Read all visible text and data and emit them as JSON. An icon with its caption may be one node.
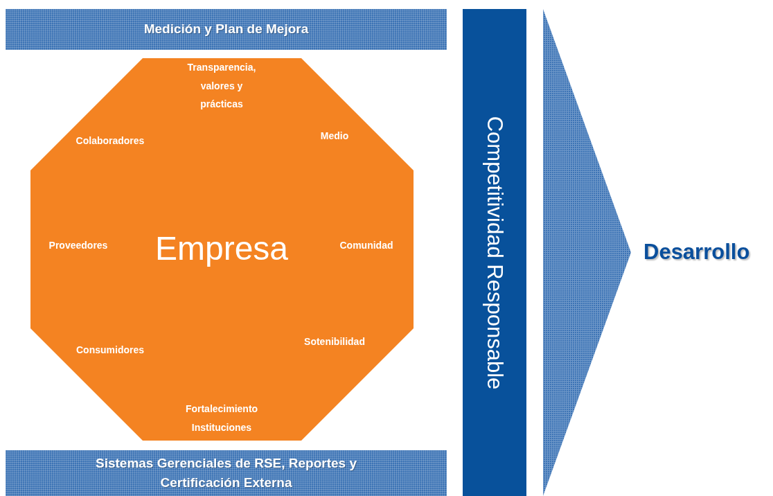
{
  "diagram": {
    "nodes": [
      {
        "text": [
          "Medición y Plan de Mejora"
        ]
      },
      {
        "text": [
          "Transparencia, valores y prácticas",
          "Colaboradores",
          "Medio",
          "Proveedores",
          "Empresa",
          "Comunidad",
          "Consumidores",
          "Sotenibilidad",
          "Fortalecimiento Instituciones"
        ]
      },
      {
        "text": [
          "Sistemas Gerenciales de RSE, Reportes y Certificación Externa"
        ]
      },
      {
        "text": [
          "Competitividad Responsable"
        ]
      },
      {
        "text": [],
        "shape": "triangle",
        "beside": [
          "Desarrollo"
        ]
      }
    ],
    "edges": []
  }
}
